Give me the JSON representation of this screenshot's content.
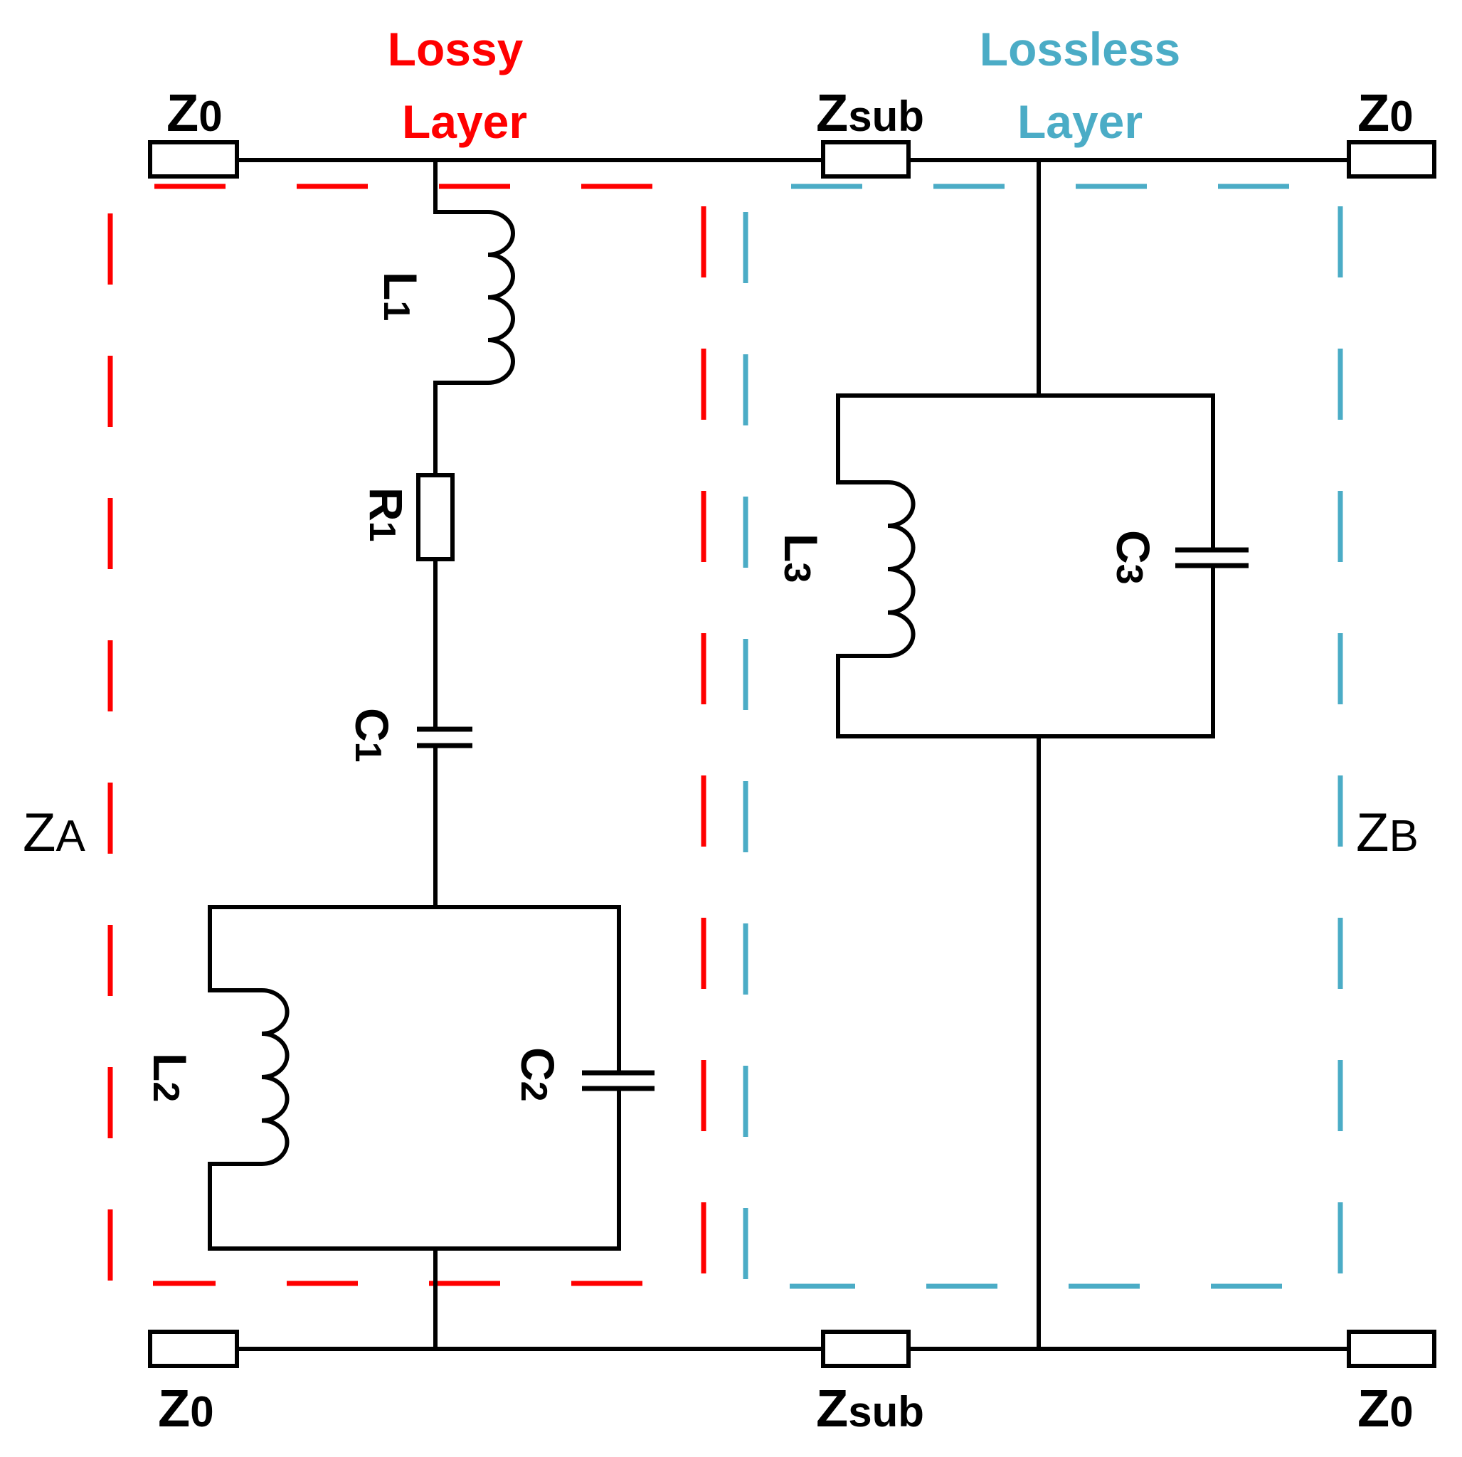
{
  "titles": {
    "lossy_line1": "Lossy",
    "lossy_line2": "Layer",
    "lossless_line1": "Lossless",
    "lossless_line2": "Layer"
  },
  "ports": {
    "top_left_z": "Z",
    "top_left_sub": "0",
    "top_mid_z": "Z",
    "top_mid_sub": "sub",
    "top_right_z": "Z",
    "top_right_sub": "0",
    "bot_left_z": "Z",
    "bot_left_sub": "0",
    "bot_mid_z": "Z",
    "bot_mid_sub": "sub",
    "bot_right_z": "Z",
    "bot_right_sub": "0"
  },
  "impedances": {
    "za_main": "Z",
    "za_sub": "A",
    "zb_main": "Z",
    "zb_sub": "B"
  },
  "components": {
    "l1_main": "L",
    "l1_sub": "1",
    "r1_main": "R",
    "r1_sub": "1",
    "c1_main": "C",
    "c1_sub": "1",
    "l2_main": "L",
    "l2_sub": "2",
    "c2_main": "C",
    "c2_sub": "2",
    "l3_main": "L",
    "l3_sub": "3",
    "c3_main": "C",
    "c3_sub": "3"
  },
  "colors": {
    "lossy": "#ff0000",
    "lossless": "#4bacc6",
    "wire": "#000000"
  }
}
